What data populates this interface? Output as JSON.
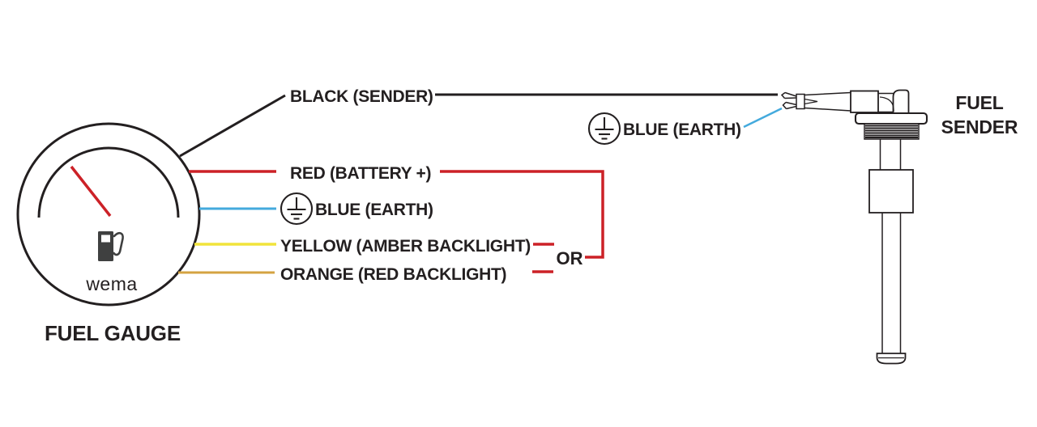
{
  "diagram": {
    "gauge": {
      "label": "FUEL GAUGE",
      "brand": "wema"
    },
    "sender": {
      "label_line1": "FUEL",
      "label_line2": "SENDER"
    },
    "wire_labels": {
      "black": "BLACK (SENDER)",
      "red": "RED (BATTERY +)",
      "blue_gauge": "BLUE (EARTH)",
      "yellow": "YELLOW (AMBER BACKLIGHT)",
      "orange": "ORANGE (RED BACKLIGHT)",
      "blue_sender": "BLUE (EARTH)",
      "or": "OR"
    },
    "colors": {
      "line": "#231f20",
      "red": "#cc2127",
      "blue": "#44aadd",
      "yellow": "#f1e43b",
      "orange": "#d4a342",
      "pump": "#3f4040"
    },
    "icons": {
      "earth": "earth-ground-symbol",
      "pump": "fuel-pump-icon"
    }
  }
}
